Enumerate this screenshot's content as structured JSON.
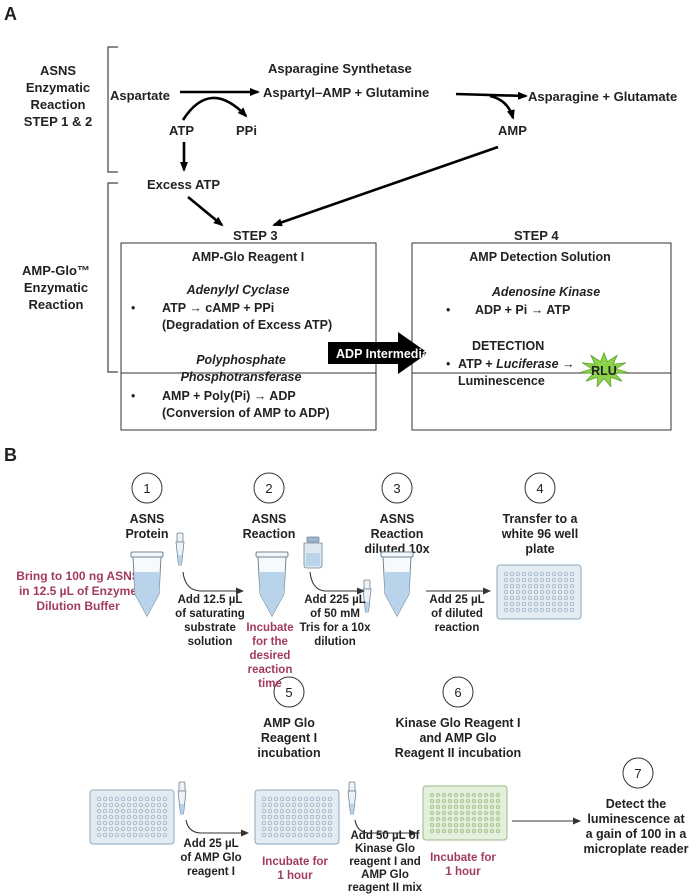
{
  "panel_a": {
    "label": "A",
    "section_asns": [
      "ASNS",
      "Enzymatic",
      "Reaction",
      "STEP 1 & 2"
    ],
    "section_ampglo": [
      "AMP-Glo™",
      "Enzymatic",
      "Reaction"
    ],
    "enzyme_title": "Asparagine Synthetase",
    "aspartate": "Aspartate",
    "intermediate": "Aspartyl–AMP + Glutamine",
    "products": "Asparagine + Glutamate",
    "atp": "ATP",
    "ppi": "PPi",
    "amp": "AMP",
    "excess_atp": "Excess ATP",
    "step3": {
      "title": "STEP 3",
      "box_title": "AMP-Glo Reagent I",
      "enzyme1": "Adenylyl Cyclase",
      "rxn1": "ATP → cAMP + PPi",
      "note1": "(Degradation of Excess ATP)",
      "enzyme2_l1": "Polyphosphate",
      "enzyme2_l2": "Phosphotransferase",
      "rxn2": "AMP + Poly(Pi) → ADP",
      "note2": "(Conversion of AMP to ADP)",
      "bullet": "•"
    },
    "step4": {
      "title": "STEP 4",
      "box_title": "AMP Detection Solution",
      "enzyme1": "Adenosine Kinase",
      "rxn1": "ADP + Pi → ATP",
      "detection": "DETECTION",
      "rxn2_a": "ATP + ",
      "rxn2_b": "Luciferase",
      "rxn2_c": " →",
      "rxn2_l2": "Luminescence",
      "rlu": "RLU",
      "bullet": "•"
    },
    "adp_arrow": "ADP Intermediate",
    "colors": {
      "rlu_star": "#8bd44a",
      "arrow": "#000000"
    }
  },
  "panel_b": {
    "label": "B",
    "steps": [
      {
        "num": "1",
        "lines": [
          "ASNS",
          "Protein"
        ]
      },
      {
        "num": "2",
        "lines": [
          "ASNS",
          "Reaction"
        ]
      },
      {
        "num": "3",
        "lines": [
          "ASNS",
          "Reaction",
          "diluted 10x"
        ]
      },
      {
        "num": "4",
        "lines": [
          "Transfer to a",
          "white 96 well",
          "plate"
        ]
      },
      {
        "num": "5",
        "lines": [
          "AMP Glo",
          "Reagent I",
          "incubation"
        ]
      },
      {
        "num": "6",
        "lines": [
          "Kinase Glo Reagent I",
          "and AMP Glo",
          "Reagent II incubation"
        ]
      },
      {
        "num": "7",
        "lines": [
          "Detect the",
          "luminescence at",
          "a gain of 100 in a",
          "microplate reader"
        ]
      }
    ],
    "bring_note": [
      "Bring to 100 ng ASNS",
      "in 12.5 µL of Enzyme",
      "Dilution Buffer"
    ],
    "add1": [
      "Add 12.5 µL",
      "of saturating",
      "substrate",
      "solution"
    ],
    "incubate1": [
      "Incubate",
      "for the",
      "desired",
      "reaction",
      "time"
    ],
    "add2": [
      "Add 225 µL",
      "of 50 mM",
      "Tris for a 10x",
      "dilution"
    ],
    "add3": [
      "Add 25 µL",
      "of diluted",
      "reaction"
    ],
    "add4": [
      "Add 25 µL",
      "of AMP Glo",
      "reagent I"
    ],
    "incubate2": [
      "Incubate for",
      "1 hour"
    ],
    "add5": [
      "Add 50 µL of",
      "Kinase Glo",
      "reagent I and",
      "AMP Glo",
      "reagent II mix"
    ],
    "incubate3": [
      "Incubate for",
      "1 hour"
    ],
    "colors": {
      "accent": "#a23b5a",
      "liquid": "#b9d3ea",
      "plate": "#e3ecf3",
      "plate_green": "#e4efdc"
    }
  }
}
